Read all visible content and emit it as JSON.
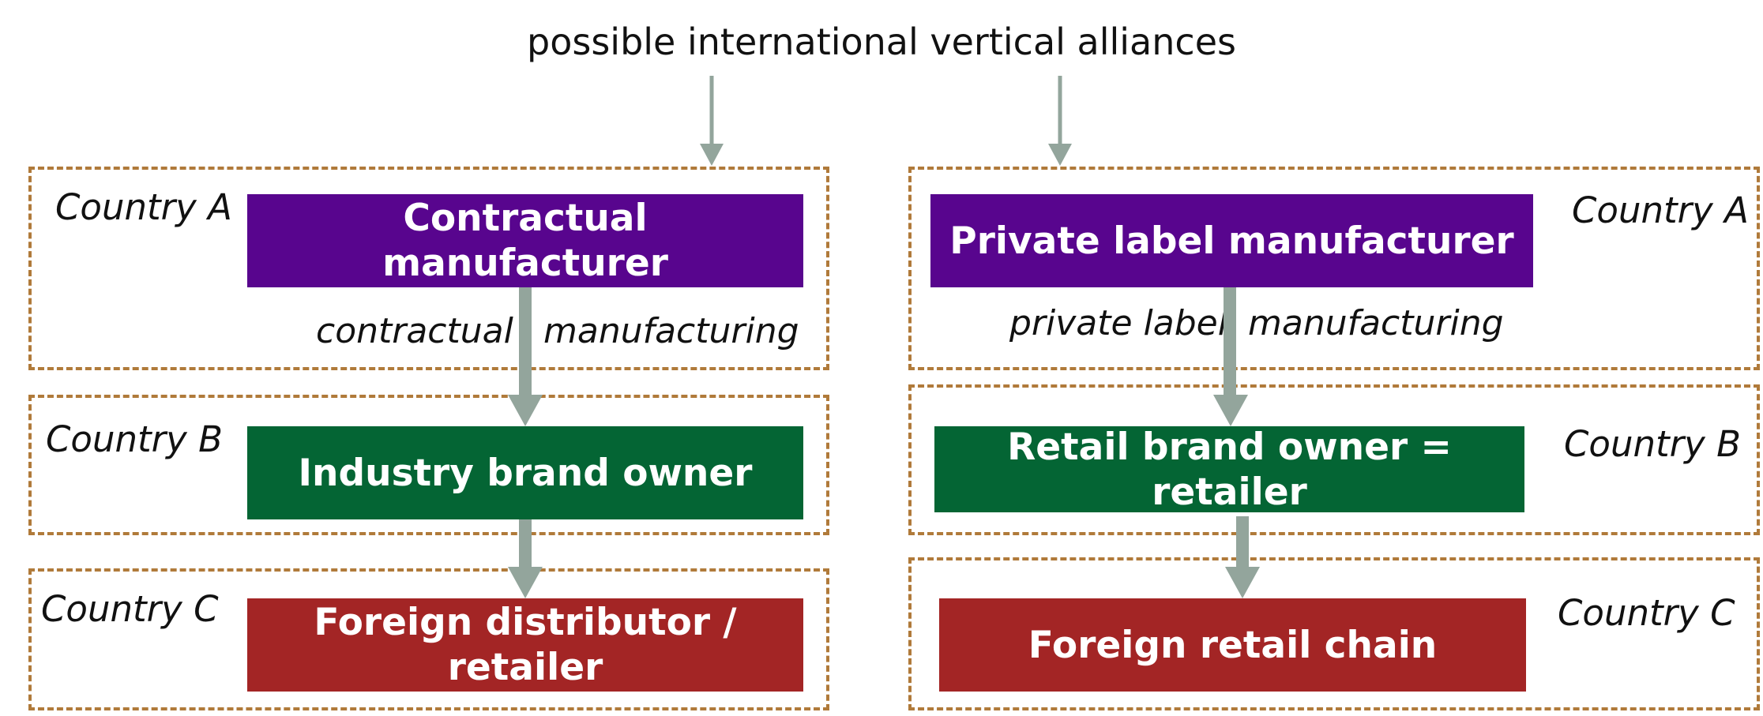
{
  "title": "possible international vertical alliances",
  "colors": {
    "manufacturer": "#58058e",
    "brand_owner": "#046534",
    "retailer": "#a32525",
    "zone_border": "#b07a3a",
    "arrow": "#93a59c"
  },
  "left": {
    "country_a": "Country A",
    "country_b": "Country B",
    "country_c": "Country C",
    "top_box": "Contractual manufacturer",
    "middle_box": "Industry brand owner",
    "bottom_box": "Foreign distributor / retailer",
    "flow_label_left": "contractual",
    "flow_label_right": "manufacturing"
  },
  "right": {
    "country_a": "Country A",
    "country_b": "Country B",
    "country_c": "Country C",
    "top_box": "Private label manufacturer",
    "middle_box": "Retail brand owner = retailer",
    "bottom_box": "Foreign retail chain",
    "flow_label_left": "private label",
    "flow_label_right": "manufacturing"
  }
}
